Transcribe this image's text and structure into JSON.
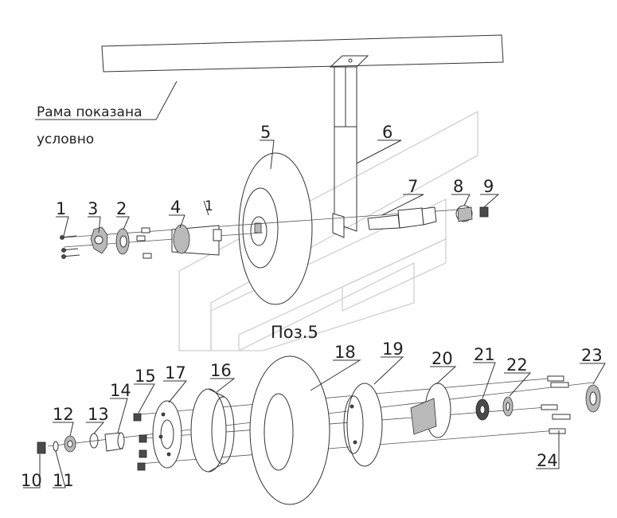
{
  "labels": {
    "frame_note_line1": "Рама показана",
    "frame_note_line2": "условно",
    "pos5_caption": "Поз.5",
    "dim_mark": "1"
  },
  "callouts": {
    "c1": "1",
    "c2": "2",
    "c3": "3",
    "c4": "4",
    "c5": "5",
    "c6": "6",
    "c7": "7",
    "c8": "8",
    "c9": "9",
    "c10": "10",
    "c11": "11",
    "c12": "12",
    "c13": "13",
    "c14": "14",
    "c15": "15",
    "c16": "16",
    "c17": "17",
    "c18": "18",
    "c19": "19",
    "c20": "20",
    "c21": "21",
    "c22": "22",
    "c23": "23",
    "c24": "24"
  }
}
